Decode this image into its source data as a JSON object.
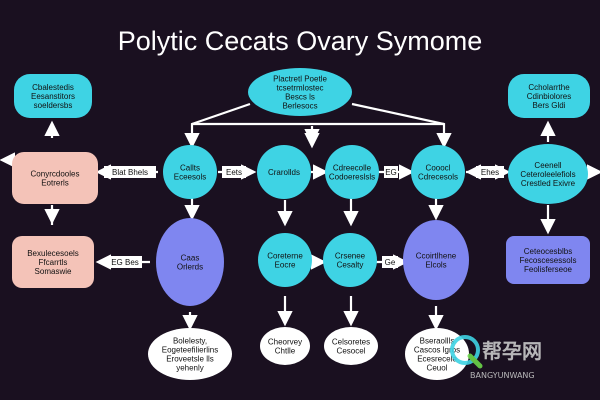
{
  "title": "Polytic  Cecats Ovary Symome",
  "colors": {
    "background": "#1a1020",
    "cyan": "#3ed3e4",
    "purple": "#7f86f0",
    "peach": "#f4c3b8",
    "white": "#ffffff",
    "arrow": "#ffffff"
  },
  "nodes": {
    "top_left": [
      "Cbalestedis",
      "Eesanstitors",
      "soeldersbs"
    ],
    "top_center": [
      "Plactretl Poetle",
      "tcsetrmlostec",
      "Bescs ls",
      "Berlesocs"
    ],
    "top_right": [
      "Ccholarrthe",
      "Cdinbiolores",
      "Bers Gldi"
    ],
    "left_upper": [
      "Conyrcdooles",
      "Eotrerls"
    ],
    "left_lower": [
      "Bexulecesoels",
      "Ffcarrtls",
      "Somaswie"
    ],
    "mid_cl": [
      "Callts",
      "Eceesols"
    ],
    "mid_c": [
      "Crarollds"
    ],
    "mid_cr": [
      "Cdreecolle",
      "Codoereslsls"
    ],
    "mid_r": [
      "Cooocl",
      "Cdrecesols"
    ],
    "right_upper": [
      "Ceenell",
      "Ceteroleelefiols",
      "Crestled Exivre"
    ],
    "right_lower": [
      "Ceteocesblbs",
      "Fecoscesessols",
      "Feolisferseoe"
    ],
    "purple_left": [
      "Caas",
      "Orlerds"
    ],
    "cyan_bl": [
      "Coreterne",
      "Eocre"
    ],
    "cyan_bc": [
      "Crsenee",
      "Cesalty"
    ],
    "purple_right": [
      "Ccoirtlhene",
      "Elcols"
    ],
    "white_1": [
      "Bolelesty,",
      "Eogeteefilierlins",
      "Eroveetsle lls",
      "yehenly"
    ],
    "white_2": [
      "Cheorvey",
      "Chtlle"
    ],
    "white_3": [
      "Celsoretes",
      "Cesocel"
    ],
    "white_4": [
      "Bseraollls",
      "Cascos lgros",
      "Ecesrecele",
      "Ceuol"
    ]
  },
  "edge_labels": {
    "l1": "Blat Bhels",
    "l2": "Eets",
    "l3": "EG",
    "l4": "Ehes",
    "l5": "EG Bes",
    "l6": "Ge"
  },
  "watermark": {
    "cn": "帮孕网",
    "en": "BANGYUNWANG"
  }
}
